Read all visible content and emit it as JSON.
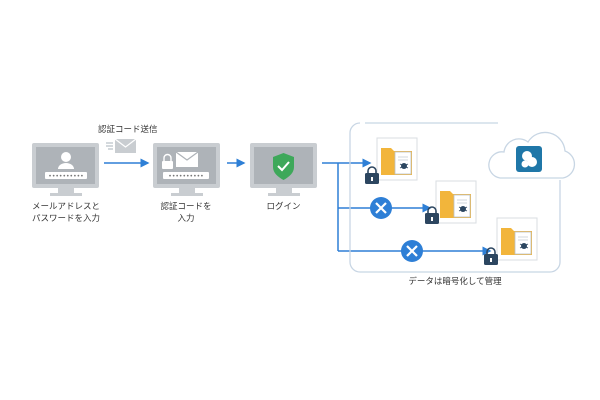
{
  "labels": {
    "email_sent": "認証コード送信",
    "step1_line1": "メールアドレスと",
    "step1_line2": "パスワードを入力",
    "step2_line1": "認証コードを",
    "step2_line2": "入力",
    "step3": "ログイン",
    "cloud_caption": "データは暗号化して管理"
  },
  "colors": {
    "monitor": "#c9cdd1",
    "screen": "#aeb3b8",
    "arrow": "#2e7fd6",
    "lock": "#2c4660",
    "shield": "#3ea85a",
    "cloud_box": "#c8d6e4",
    "folder": "#f2b53b",
    "denied": "#2e7fd6"
  },
  "icons": [
    "user-icon",
    "envelope-icon",
    "lock-icon",
    "shield-check-icon",
    "cloud-icon",
    "folder-icon",
    "bug-icon",
    "x-icon",
    "app-logo-icon"
  ]
}
